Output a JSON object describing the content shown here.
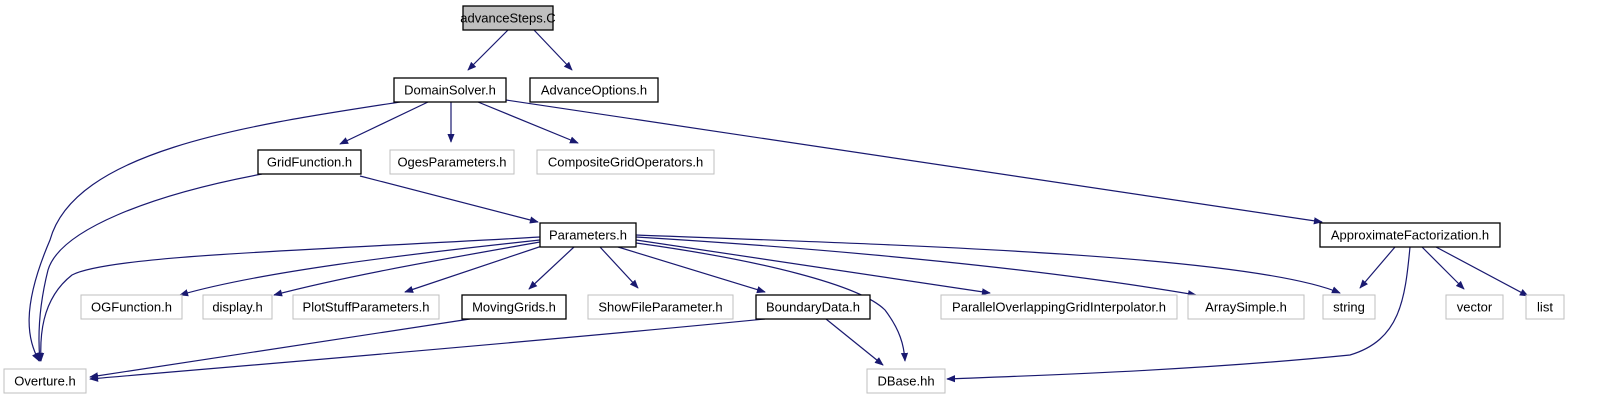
{
  "colors": {
    "edge": "#191970",
    "node_border_documented": "#000000",
    "node_border_external": "#bfbfbf",
    "root_fill": "#bfbfbf",
    "node_fill": "#ffffff"
  },
  "nodes": [
    {
      "id": "advanceSteps",
      "label": "advanceSteps.C",
      "kind": "root"
    },
    {
      "id": "DomainSolver",
      "label": "DomainSolver.h",
      "kind": "documented"
    },
    {
      "id": "AdvanceOptions",
      "label": "AdvanceOptions.h",
      "kind": "documented"
    },
    {
      "id": "GridFunction",
      "label": "GridFunction.h",
      "kind": "documented"
    },
    {
      "id": "OgesParameters",
      "label": "OgesParameters.h",
      "kind": "external"
    },
    {
      "id": "CompositeGridOperators",
      "label": "CompositeGridOperators.h",
      "kind": "external"
    },
    {
      "id": "Parameters",
      "label": "Parameters.h",
      "kind": "documented"
    },
    {
      "id": "ApproximateFactorization",
      "label": "ApproximateFactorization.h",
      "kind": "documented"
    },
    {
      "id": "OGFunction",
      "label": "OGFunction.h",
      "kind": "external"
    },
    {
      "id": "display",
      "label": "display.h",
      "kind": "external"
    },
    {
      "id": "PlotStuffParameters",
      "label": "PlotStuffParameters.h",
      "kind": "external"
    },
    {
      "id": "MovingGrids",
      "label": "MovingGrids.h",
      "kind": "documented"
    },
    {
      "id": "ShowFileParameter",
      "label": "ShowFileParameter.h",
      "kind": "external"
    },
    {
      "id": "BoundaryData",
      "label": "BoundaryData.h",
      "kind": "documented"
    },
    {
      "id": "ParallelOverlapping",
      "label": "ParallelOverlappingGridInterpolator.h",
      "kind": "external"
    },
    {
      "id": "ArraySimple",
      "label": "ArraySimple.h",
      "kind": "external"
    },
    {
      "id": "string",
      "label": "string",
      "kind": "external"
    },
    {
      "id": "vector",
      "label": "vector",
      "kind": "external"
    },
    {
      "id": "list",
      "label": "list",
      "kind": "external"
    },
    {
      "id": "Overture",
      "label": "Overture.h",
      "kind": "external"
    },
    {
      "id": "DBase",
      "label": "DBase.hh",
      "kind": "external"
    }
  ],
  "edges": [
    {
      "from": "advanceSteps",
      "to": "DomainSolver"
    },
    {
      "from": "advanceSteps",
      "to": "AdvanceOptions"
    },
    {
      "from": "DomainSolver",
      "to": "Overture"
    },
    {
      "from": "DomainSolver",
      "to": "GridFunction"
    },
    {
      "from": "DomainSolver",
      "to": "OgesParameters"
    },
    {
      "from": "DomainSolver",
      "to": "CompositeGridOperators"
    },
    {
      "from": "DomainSolver",
      "to": "ApproximateFactorization"
    },
    {
      "from": "GridFunction",
      "to": "Overture"
    },
    {
      "from": "GridFunction",
      "to": "Parameters"
    },
    {
      "from": "Parameters",
      "to": "Overture"
    },
    {
      "from": "Parameters",
      "to": "OGFunction"
    },
    {
      "from": "Parameters",
      "to": "display"
    },
    {
      "from": "Parameters",
      "to": "PlotStuffParameters"
    },
    {
      "from": "Parameters",
      "to": "MovingGrids"
    },
    {
      "from": "Parameters",
      "to": "ShowFileParameter"
    },
    {
      "from": "Parameters",
      "to": "BoundaryData"
    },
    {
      "from": "Parameters",
      "to": "DBase"
    },
    {
      "from": "Parameters",
      "to": "ParallelOverlapping"
    },
    {
      "from": "Parameters",
      "to": "ArraySimple"
    },
    {
      "from": "Parameters",
      "to": "string"
    },
    {
      "from": "MovingGrids",
      "to": "Overture"
    },
    {
      "from": "BoundaryData",
      "to": "Overture"
    },
    {
      "from": "BoundaryData",
      "to": "DBase"
    },
    {
      "from": "ApproximateFactorization",
      "to": "string"
    },
    {
      "from": "ApproximateFactorization",
      "to": "DBase"
    },
    {
      "from": "ApproximateFactorization",
      "to": "vector"
    },
    {
      "from": "ApproximateFactorization",
      "to": "list"
    }
  ]
}
